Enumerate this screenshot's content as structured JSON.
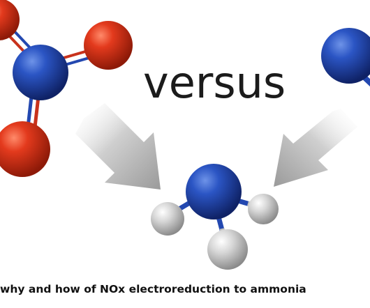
{
  "figure": {
    "versus_label": "versus",
    "caption": "why and how of NOx electroreduction to ammonia",
    "molecules": {
      "left": "nitrate",
      "right": "partial",
      "center": "ammonia"
    },
    "icons": [
      "nitrate-molecule-icon",
      "partial-molecule-icon",
      "ammonia-molecule-icon",
      "arrow-icon"
    ],
    "colors": {
      "nitrogen": "#1f3fa0",
      "oxygen": "#d0321b",
      "hydrogen": "#c8c8c8",
      "arrow": "#b4b4b4",
      "text": "#1b1b1b"
    }
  }
}
